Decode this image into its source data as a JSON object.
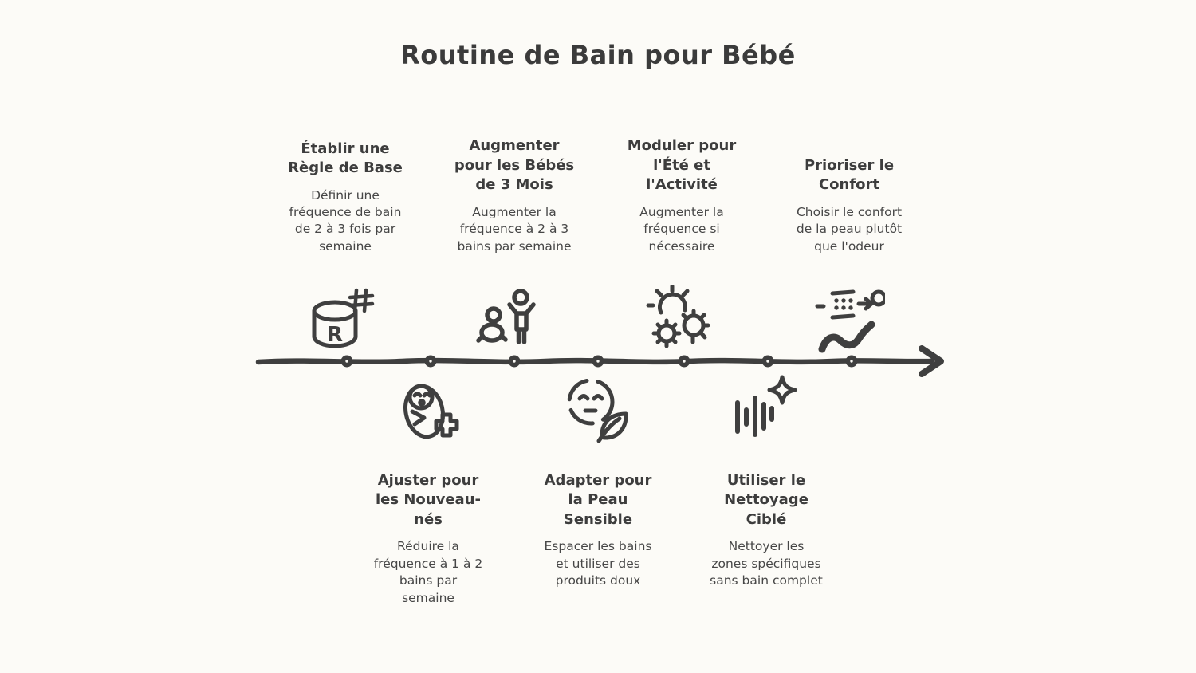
{
  "title": "Routine de Bain pour Bébé",
  "colors": {
    "background": "#fcfbf7",
    "text": "#3f3f3f",
    "timeline": "#3f3f3f"
  },
  "icons": {
    "rule_label": "R"
  },
  "timeline": {
    "marker_count": 7,
    "direction": "left-to-right"
  },
  "steps": [
    {
      "position": "top",
      "icon": "rule-database-icon",
      "heading": "Établir une\nRègle de Base",
      "body": "Définir une\nfréquence de bain\nde 2 à 3 fois par\nsemaine"
    },
    {
      "position": "bottom",
      "icon": "newborn-baby-icon",
      "heading": "Ajuster pour\nles Nouveau-\nnés",
      "body": "Réduire la\nfréquence à 1 à 2\nbains par\nsemaine"
    },
    {
      "position": "top",
      "icon": "baby-three-months-icon",
      "heading": "Augmenter\npour les Bébés\nde 3 Mois",
      "body": "Augmenter la\nfréquence à 2 à 3\nbains par semaine"
    },
    {
      "position": "bottom",
      "icon": "sensitive-skin-leaf-icon",
      "heading": "Adapter pour\nla Peau\nSensible",
      "body": "Espacer les bains\net utiliser des\nproduits doux"
    },
    {
      "position": "top",
      "icon": "sun-germs-icon",
      "heading": "Moduler pour\nl'Été et\nl'Activité",
      "body": "Augmenter la\nfréquence si\nnécessaire"
    },
    {
      "position": "bottom",
      "icon": "targeted-cleaning-waveform-icon",
      "heading": "Utiliser le\nNettoyage\nCiblé",
      "body": "Nettoyer les\nzones spécifiques\nsans bain complet"
    },
    {
      "position": "top",
      "icon": "prioritize-comfort-icon",
      "heading": "Prioriser le\nConfort",
      "body": "Choisir le confort\nde la peau plutôt\nque l'odeur"
    }
  ]
}
